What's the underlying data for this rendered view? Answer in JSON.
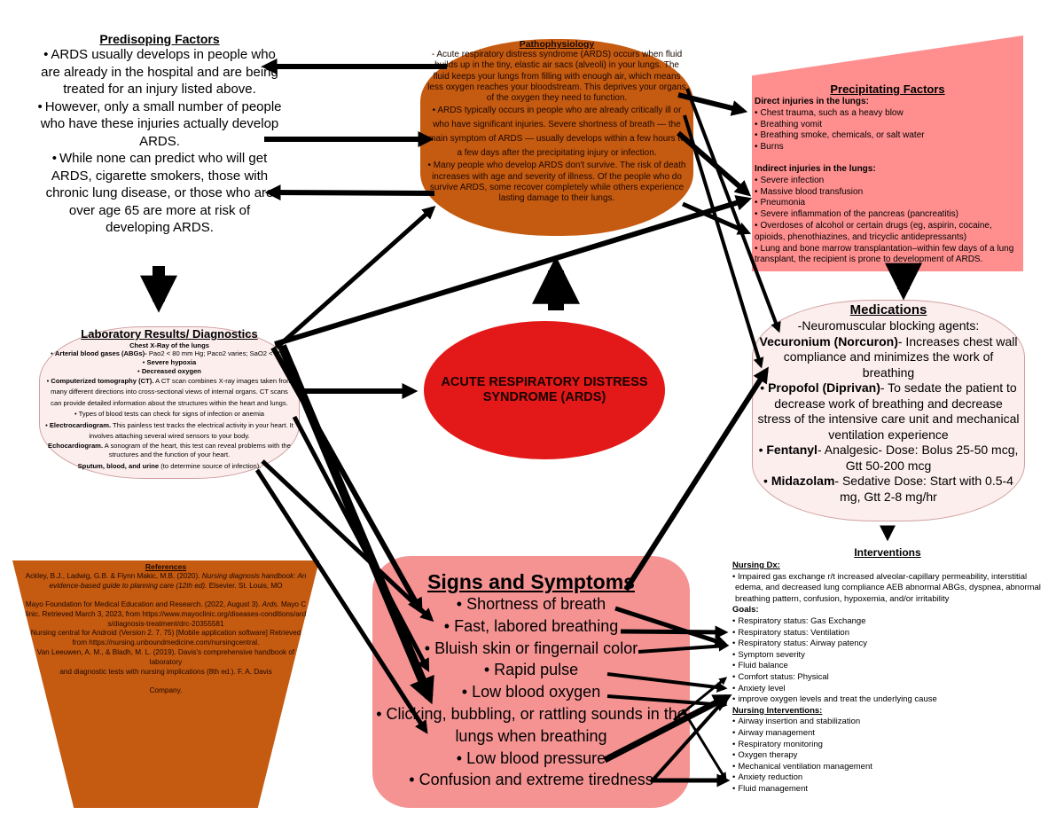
{
  "predisposing": {
    "title": "Predisoping Factors",
    "items": [
      "ARDS usually develops in people who are already in the hospital and are being treated for an injury listed above.",
      "However, only a small number of people who have these injuries actually develop ARDS.",
      "While none can predict who will get ARDS, cigarette smokers, those with chronic lung disease, or those who are over age 65 are more at risk of developing ARDS."
    ]
  },
  "pathophysiology": {
    "title": "Pathophysiology",
    "p1": "- Acute respiratory distress syndrome (ARDS) occurs when fluid builds up in the tiny, elastic air sacs (alveoli) in your lungs. The fluid keeps your lungs from filling with enough air, which means less oxygen reaches your bloodstream. This deprives your organs of the oxygen they need to function.",
    "p2": "ARDS typically occurs in people who are already critically ill or who have significant injuries. Severe shortness of breath — the main symptom of ARDS — usually develops within a few hours to a few days after the precipitating injury or infection.",
    "p3": "Many people who develop ARDS don't survive. The risk of death increases with age and severity of illness. Of the people who do survive ARDS, some recover completely while others experience lasting damage to their lungs."
  },
  "precipitating": {
    "title": "Precipitating Factors",
    "direct_label": "Direct injuries in the lungs:",
    "direct": [
      "Chest trauma, such as a heavy blow",
      "Breathing vomit",
      "Breathing smoke, chemicals, or salt water",
      "Burns"
    ],
    "indirect_label": "Indirect injuries in the lungs:",
    "indirect": [
      "Severe infection",
      "Massive blood transfusion",
      "Pneumonia",
      "Severe inflammation of the pancreas (pancreatitis)",
      "Overdoses of alcohol or certain drugs (eg, aspirin, cocaine, opioids, phenothiazines, and tricyclic antidepressants)",
      "Lung and bone marrow transplantation–within few days of a lung transplant, the recipient is prone to development of ARDS."
    ]
  },
  "medications": {
    "title": "Medications",
    "nmb_intro": "-Neuromuscular blocking agents:",
    "items": [
      {
        "name": "Vecuronium (Norcuron)",
        "desc": "- Increases chest wall compliance and minimizes the work of breathing"
      },
      {
        "name": "Propofol (Diprivan)",
        "desc": "- To sedate the patient to decrease work of breathing and decrease stress of the intensive care unit and mechanical ventilation experience"
      },
      {
        "name": "Fentanyl",
        "desc": "- Analgesic- Dose: Bolus 25-50 mcg, Gtt 50-200 mcg"
      },
      {
        "name": "Midazolam",
        "desc": "- Sedative Dose: Start with 0.5-4 mg, Gtt 2-8 mg/hr"
      }
    ]
  },
  "interventions": {
    "title": "Interventions",
    "dx_label": "Nursing Dx:",
    "dx_lines": [
      "Impaired gas exchange r/t increased alveolar-capillary permeability, interstitial",
      "edema, and decreased lung compliance AEB abnormal ABGs, dyspnea, abnormal",
      "breathing pattern, confusion, hypoxemia, and/or irritability"
    ],
    "goals_label": "Goals:",
    "goals": [
      "Respiratory status: Gas Exchange",
      "Respiratory status: Ventilation",
      "Respiratory status: Airway patency",
      "Symptom severity",
      "Fluid balance",
      "Comfort status: Physical",
      "Anxiety level",
      "improve oxygen levels and treat the underlying cause"
    ],
    "ni_label": "Nursing Interventions:",
    "nursing_interventions": [
      "Airway insertion and stabilization",
      "Airway management",
      "Respiratory monitoring",
      "Oxygen therapy",
      "Mechanical ventilation management",
      "Anxiety reduction",
      "Fluid management"
    ]
  },
  "lab": {
    "title": "Laboratory Results/ Diagnostics",
    "cxr": "Chest X-Ray of the lungs",
    "abg_label": "Arterial blood gases (ABGs)-",
    "abg_text": " Pao2 < 80 mm Hg; Paco2 varies; SaO2 < 95%",
    "hypoxia": "Severe hypoxia",
    "oxygen": "Decreased oxygen",
    "ct_label": "Computerized tomography (CT).",
    "ct_text": " A CT scan combines X-ray images taken from many different directions into cross-sectional views of internal organs. CT scans can provide detailed information about the structures within the heart and lungs.",
    "blood": "Types of blood tests can check for signs of infection or anemia",
    "ecg_label": "Electrocardiogram.",
    "ecg_text": " This painless test tracks the electrical activity in your heart. It involves attaching several wired sensors to your body.",
    "echo_label": "Echocardiogram.",
    "echo_text": " A sonogram of the heart, this test can reveal problems with the structures and the function of your heart.",
    "sputum_label": "Sputum, blood, and urine",
    "sputum_text": " (to determine source of infection)."
  },
  "center": {
    "label": "ACUTE RESPIRATORY DISTRESS SYNDROME (ARDS)"
  },
  "signs": {
    "title": "Signs and Symptoms",
    "items": [
      "Shortness of breath",
      "Fast, labored breathing",
      "Bluish skin or fingernail color",
      "Rapid pulse",
      "Low blood oxygen",
      "Clicking, bubbling, or rattling sounds in the lungs when breathing",
      "Low blood pressure",
      "Confusion and extreme tiredness"
    ]
  },
  "references": {
    "title": "References",
    "r1": "Ackley, B.J., Ladwig, G.B. & Flynn Makic, M.B. (2020). ",
    "r1_italic": "Nursing diagnosis handbook: An evidence-based guide to planning care (12th ed).",
    "r1_end": " Elsevier. St. Louis, MO",
    "r2": "Mayo Foundation for Medical Education and Research. (2022, August 3). ",
    "r2_italic": "Ards.",
    "r2_end": " Mayo Clinic. Retrieved March 3, 2023, from https://www.mayoclinic.org/diseases-conditions/ards/diagnosis-treatment/drc-20355581",
    "r3": "Nursing central for Android (Version 2. 7. 75) [Mobile application software] Retrieved from https://nursing.unboundmedicine.com/nursingcentral.",
    "r4": "Van Leeuwen, A. M., & Bladh, M. L. (2019).  Davis's comprehensive handbook of laboratory",
    "r5": "and diagnostic tests with nursing implications (8th ed.). F. A. Davis",
    "r6": "Company."
  },
  "colors": {
    "orange": "#c55a11",
    "precipitating_pink": "#ff8f8f",
    "center_red": "#e31919",
    "signs_pink": "#f59393",
    "pale_pink": "#fdeeee",
    "arrow": "#000000"
  }
}
